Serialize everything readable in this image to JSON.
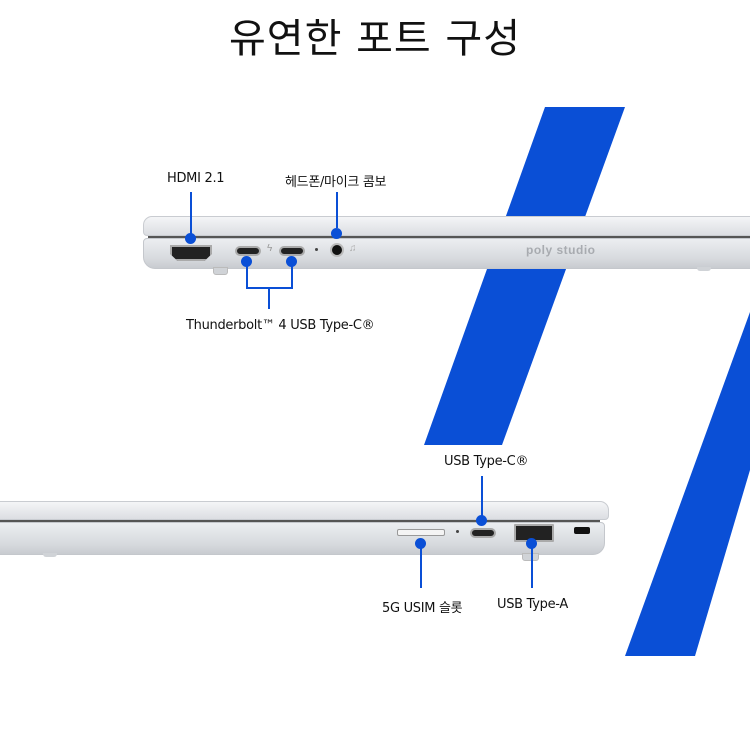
{
  "title": "유연한 포트 구성",
  "accent_color": "#0a4fd6",
  "laptop_left_side": {
    "brand": "poly studio",
    "labels": {
      "hdmi": "HDMI 2.1",
      "audio": "헤드폰/마이크 콤보",
      "thunderbolt": "Thunderbolt™ 4 USB Type-C®"
    }
  },
  "laptop_right_side": {
    "labels": {
      "usb_c": "USB Type-C®",
      "sim": "5G USIM 슬롯",
      "usb_a": "USB Type-A"
    }
  }
}
